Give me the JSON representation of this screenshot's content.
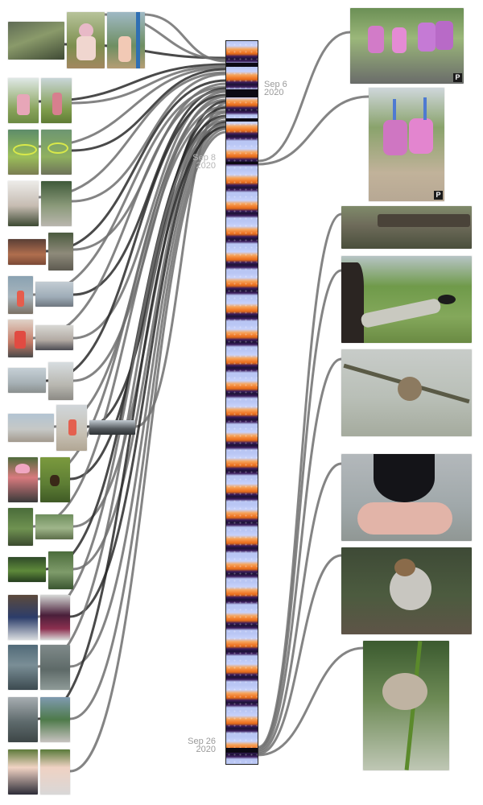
{
  "dates": [
    {
      "label_line1": "Sep  6",
      "label_line2": "2020"
    },
    {
      "label_line1": "Sep  8",
      "label_line2": "2020"
    },
    {
      "label_line1": "Sep 26",
      "label_line2": "2020"
    }
  ],
  "badge_label": "P",
  "colors": {
    "link": "#6e6e6e",
    "link_dark": "#2a2a2a",
    "date_text": "#9a9a9a",
    "timeline_blue": "#c8d2fa",
    "timeline_orange": "#f0792a",
    "timeline_purple": "#3b1d5c"
  },
  "left_photos": [
    "tree-branch",
    "girl-swing",
    "girl-playground",
    "girl-field",
    "girl-field-2",
    "kids-playground",
    "kids-playground-2",
    "girls-hug",
    "girls-walking",
    "family-dinner",
    "boardwalk",
    "girl-beach",
    "beach-horizon",
    "girls-beach",
    "girl-selfie",
    "beach-walker",
    "beach-rocks",
    "beach-shore",
    "girl-beach-run",
    "girl-hat-camera",
    "butterfly",
    "frog-hand",
    "frog-leaf",
    "frog-leaf-2",
    "frog-small",
    "girl-table",
    "tie-dye-bucket",
    "tie-dye-shirt",
    "rocky-creek",
    "waterfall",
    "girl-waterfall",
    "family-photo",
    "girl-portrait",
    "girl-portrait-2",
    "beach-wide"
  ],
  "right_photos": [
    "kids-tie-dye-group",
    "kids-tie-dye-hanging",
    "log-ducks",
    "girl-feeding-bird",
    "sparrow-branch",
    "crow-hand",
    "sparrow-ground",
    "sparrow-stem"
  ]
}
